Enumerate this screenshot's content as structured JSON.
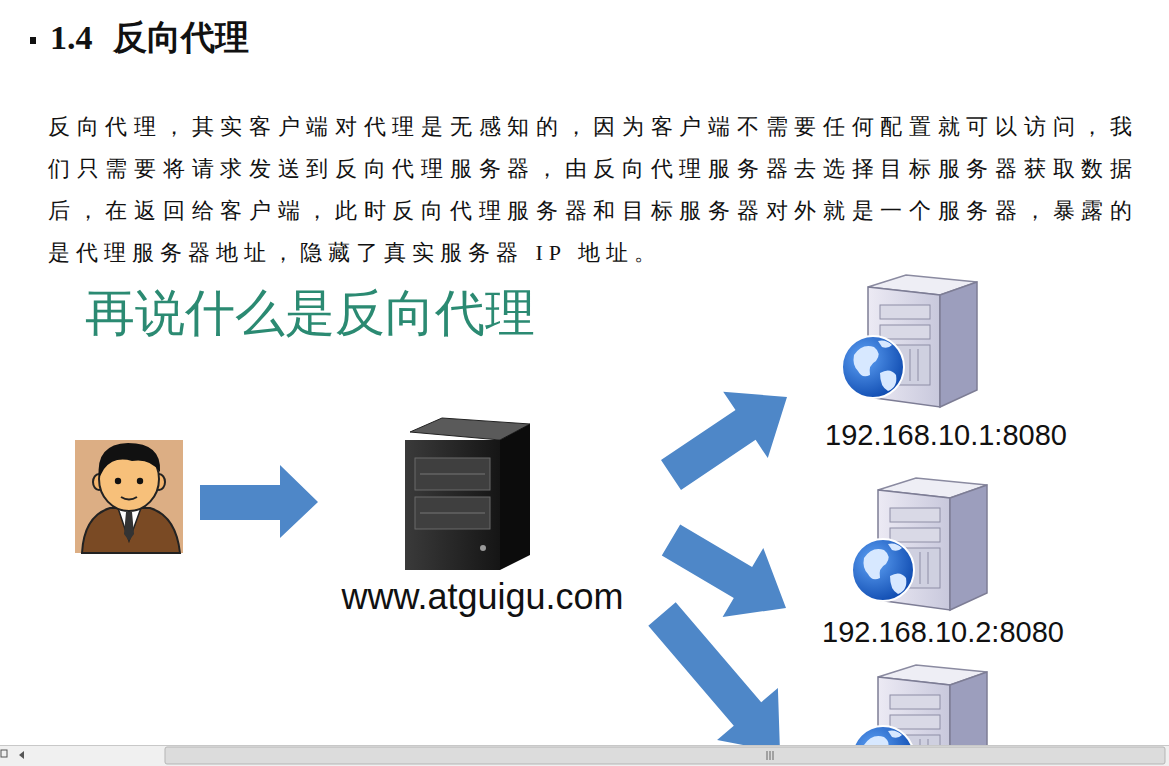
{
  "diagram": {
    "title": "1.4 反向代理",
    "nodes": [
      {
        "text": [
          "www.atguigu.com"
        ]
      },
      {
        "text": [
          "192.168.10.1:8080"
        ]
      },
      {
        "text": [
          "192.168.10.2:8080"
        ]
      }
    ],
    "edges": [
      {
        "from": 0,
        "to": 1,
        "arrow": "to"
      },
      {
        "from": 0,
        "to": 2,
        "arrow": "to"
      }
    ],
    "labels": [
      "反向代理，其实客户端对代理是无感知的，因为客户端不需要任何配置就可以访问，我们只需要将请求发送到反向代理服务器，由反向代理服务器去选择目标服务器获取数据后，在返回给客户端，此时反向代理服务器和目标服务器对外就是一个服务器，暴露的是代理服务器地址，隐藏了真实服务器 IP 地址。",
      "再说什么是反向代理"
    ]
  }
}
